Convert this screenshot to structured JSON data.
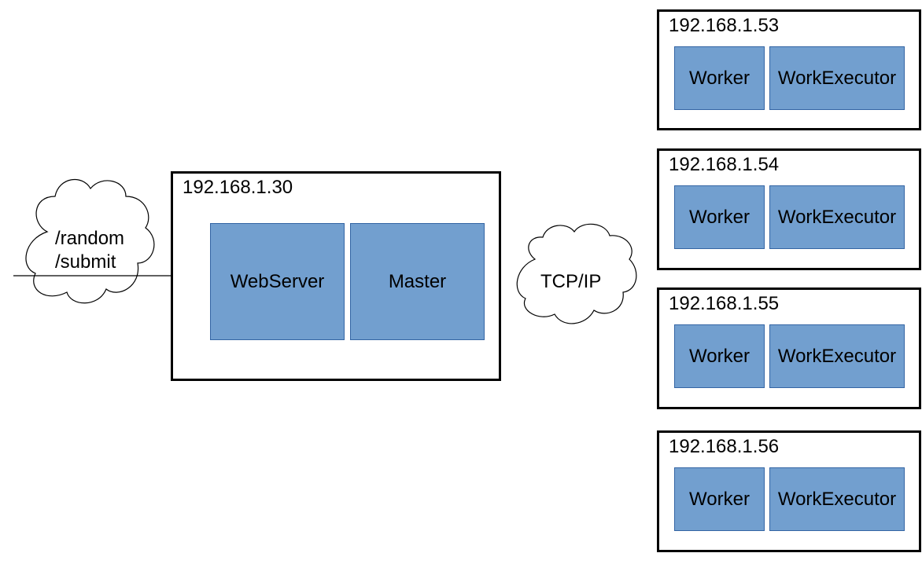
{
  "request_cloud": {
    "line1": "/random",
    "line2": "/submit"
  },
  "network_cloud": {
    "label": "TCP/IP"
  },
  "master_host": {
    "ip": "192.168.1.30",
    "components": [
      "WebServer",
      "Master"
    ]
  },
  "worker_hosts": [
    {
      "ip": "192.168.1.53",
      "components": [
        "Worker",
        "WorkExecutor"
      ]
    },
    {
      "ip": "192.168.1.54",
      "components": [
        "Worker",
        "WorkExecutor"
      ]
    },
    {
      "ip": "192.168.1.55",
      "components": [
        "Worker",
        "WorkExecutor"
      ]
    },
    {
      "ip": "192.168.1.56",
      "components": [
        "Worker",
        "WorkExecutor"
      ]
    }
  ],
  "colors": {
    "component_fill": "#729fcf",
    "component_border": "#3465a4",
    "host_border": "#000000"
  }
}
